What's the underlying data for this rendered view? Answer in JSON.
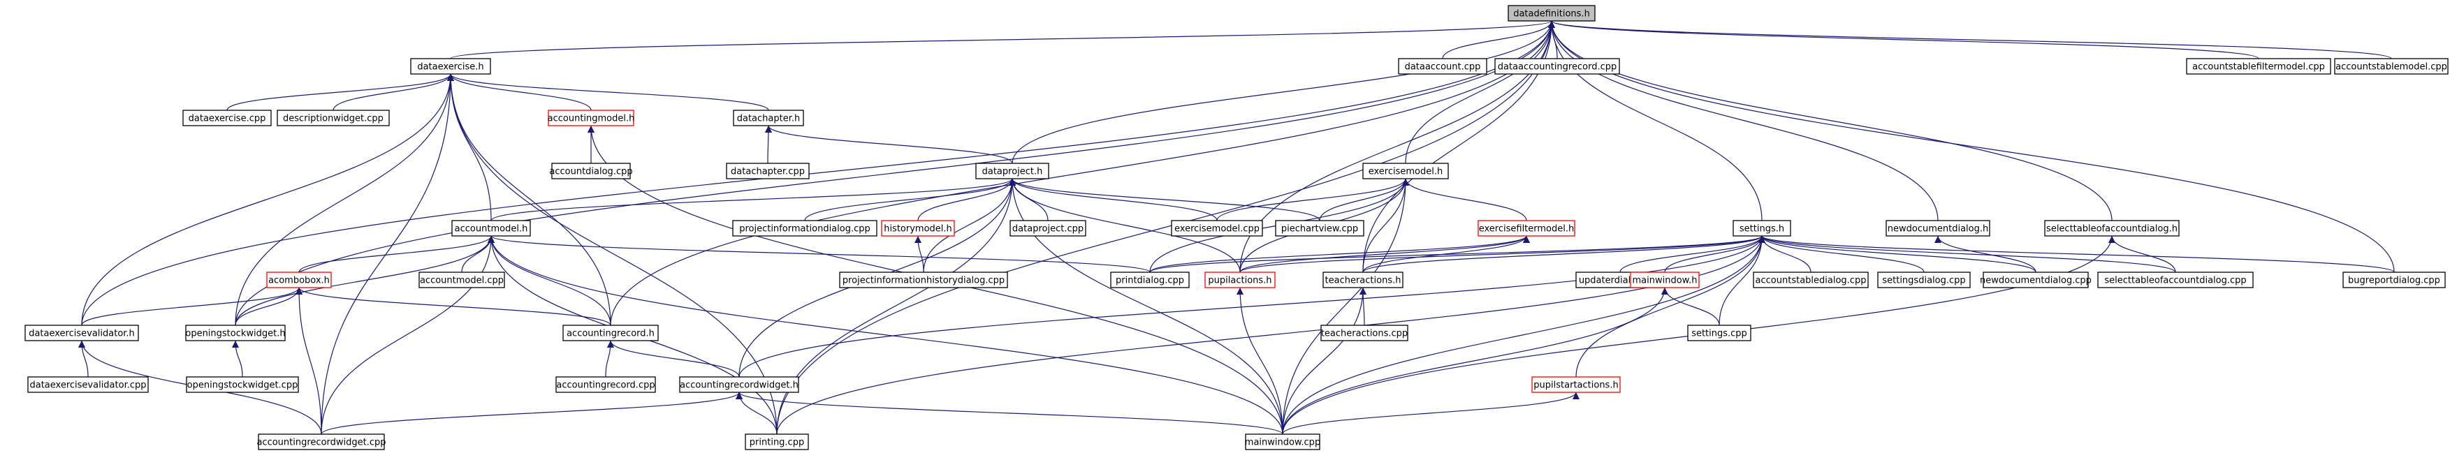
{
  "graph": {
    "title": "",
    "nodes": [
      {
        "id": "datadefinitions_h",
        "label": "datadefinitions.h",
        "kind": "root"
      },
      {
        "id": "dataexercise_h",
        "label": "dataexercise.h",
        "kind": "plain"
      },
      {
        "id": "dataaccount_cpp",
        "label": "dataaccount.cpp",
        "kind": "plain"
      },
      {
        "id": "dataaccountingrecord_cpp",
        "label": "dataaccountingrecord.cpp",
        "kind": "plain"
      },
      {
        "id": "accountstablefiltermodel_cpp",
        "label": "accountstablefiltermodel.cpp",
        "kind": "plain"
      },
      {
        "id": "accountstablemodel_cpp",
        "label": "accountstablemodel.cpp",
        "kind": "plain"
      },
      {
        "id": "dataexercise_cpp",
        "label": "dataexercise.cpp",
        "kind": "plain"
      },
      {
        "id": "descriptionwidget_cpp",
        "label": "descriptionwidget.cpp",
        "kind": "plain"
      },
      {
        "id": "accountingmodel_h",
        "label": "accountingmodel.h",
        "kind": "red"
      },
      {
        "id": "datachapter_h",
        "label": "datachapter.h",
        "kind": "plain"
      },
      {
        "id": "accountdialog_cpp",
        "label": "accountdialog.cpp",
        "kind": "plain"
      },
      {
        "id": "datachapter_cpp",
        "label": "datachapter.cpp",
        "kind": "plain"
      },
      {
        "id": "dataproject_h",
        "label": "dataproject.h",
        "kind": "plain"
      },
      {
        "id": "exercisemodel_h",
        "label": "exercisemodel.h",
        "kind": "plain"
      },
      {
        "id": "accountmodel_h",
        "label": "accountmodel.h",
        "kind": "plain"
      },
      {
        "id": "projectinformationdialog_cpp",
        "label": "projectinformationdialog.cpp",
        "kind": "plain"
      },
      {
        "id": "historymodel_h",
        "label": "historymodel.h",
        "kind": "red"
      },
      {
        "id": "dataproject_cpp",
        "label": "dataproject.cpp",
        "kind": "plain"
      },
      {
        "id": "exercisemodel_cpp",
        "label": "exercisemodel.cpp",
        "kind": "plain"
      },
      {
        "id": "piechartview_cpp",
        "label": "piechartview.cpp",
        "kind": "plain"
      },
      {
        "id": "exercisefiltermodel_h",
        "label": "exercisefiltermodel.h",
        "kind": "red"
      },
      {
        "id": "settings_h",
        "label": "settings.h",
        "kind": "plain"
      },
      {
        "id": "newdocumentdialog_h",
        "label": "newdocumentdialog.h",
        "kind": "plain"
      },
      {
        "id": "selecttableofaccountdialog_h",
        "label": "selecttableofaccountdialog.h",
        "kind": "plain"
      },
      {
        "id": "acombobox_h",
        "label": "acombobox.h",
        "kind": "red"
      },
      {
        "id": "accountmodel_cpp",
        "label": "accountmodel.cpp",
        "kind": "plain"
      },
      {
        "id": "projectinformationhistorydialog_cpp",
        "label": "projectinformationhistorydialog.cpp",
        "kind": "plain"
      },
      {
        "id": "printdialog_cpp",
        "label": "printdialog.cpp",
        "kind": "plain"
      },
      {
        "id": "pupilactions_h",
        "label": "pupilactions.h",
        "kind": "red"
      },
      {
        "id": "teacheractions_h",
        "label": "teacheractions.h",
        "kind": "plain"
      },
      {
        "id": "updaterdialog_cpp",
        "label": "updaterdialog.cpp",
        "kind": "plain"
      },
      {
        "id": "mainwindow_h",
        "label": "mainwindow.h",
        "kind": "red"
      },
      {
        "id": "accountstabledialog_cpp",
        "label": "accountstabledialog.cpp",
        "kind": "plain"
      },
      {
        "id": "settingsdialog_cpp",
        "label": "settingsdialog.cpp",
        "kind": "plain"
      },
      {
        "id": "newdocumentdialog_cpp",
        "label": "newdocumentdialog.cpp",
        "kind": "plain"
      },
      {
        "id": "selecttableofaccountdialog_cpp",
        "label": "selecttableofaccountdialog.cpp",
        "kind": "plain"
      },
      {
        "id": "bugreportdialog_cpp",
        "label": "bugreportdialog.cpp",
        "kind": "plain"
      },
      {
        "id": "dataexercisevalidator_h",
        "label": "dataexercisevalidator.h",
        "kind": "plain"
      },
      {
        "id": "openingstockwidget_h",
        "label": "openingstockwidget.h",
        "kind": "plain"
      },
      {
        "id": "accountingrecord_h",
        "label": "accountingrecord.h",
        "kind": "plain"
      },
      {
        "id": "teacheractions_cpp",
        "label": "teacheractions.cpp",
        "kind": "plain"
      },
      {
        "id": "settings_cpp",
        "label": "settings.cpp",
        "kind": "plain"
      },
      {
        "id": "dataexercisevalidator_cpp",
        "label": "dataexercisevalidator.cpp",
        "kind": "plain"
      },
      {
        "id": "openingstockwidget_cpp",
        "label": "openingstockwidget.cpp",
        "kind": "plain"
      },
      {
        "id": "accountingrecord_cpp",
        "label": "accountingrecord.cpp",
        "kind": "plain"
      },
      {
        "id": "accountingrecordwidget_h",
        "label": "accountingrecordwidget.h",
        "kind": "plain"
      },
      {
        "id": "pupilstartactions_h",
        "label": "pupilstartactions.h",
        "kind": "red"
      },
      {
        "id": "accountingrecordwidget_cpp",
        "label": "accountingrecordwidget.cpp",
        "kind": "plain"
      },
      {
        "id": "printing_cpp",
        "label": "printing.cpp",
        "kind": "plain"
      },
      {
        "id": "mainwindow_cpp",
        "label": "mainwindow.cpp",
        "kind": "plain"
      }
    ],
    "edges": [
      [
        "dataexercise_h",
        "datadefinitions_h"
      ],
      [
        "dataaccount_cpp",
        "datadefinitions_h"
      ],
      [
        "dataaccountingrecord_cpp",
        "datadefinitions_h"
      ],
      [
        "accountstablefiltermodel_cpp",
        "datadefinitions_h"
      ],
      [
        "accountstablemodel_cpp",
        "datadefinitions_h"
      ],
      [
        "dataproject_h",
        "datadefinitions_h"
      ],
      [
        "exercisemodel_h",
        "datadefinitions_h"
      ],
      [
        "settings_h",
        "datadefinitions_h"
      ],
      [
        "newdocumentdialog_h",
        "datadefinitions_h"
      ],
      [
        "selecttableofaccountdialog_h",
        "datadefinitions_h"
      ],
      [
        "bugreportdialog_cpp",
        "datadefinitions_h"
      ],
      [
        "dataexercisevalidator_h",
        "datadefinitions_h"
      ],
      [
        "openingstockwidget_h",
        "datadefinitions_h"
      ],
      [
        "accountingrecord_h",
        "datadefinitions_h"
      ],
      [
        "pupilactions_h",
        "datadefinitions_h"
      ],
      [
        "teacheractions_h",
        "datadefinitions_h"
      ],
      [
        "printing_cpp",
        "datadefinitions_h"
      ],
      [
        "dataexercise_cpp",
        "dataexercise_h"
      ],
      [
        "descriptionwidget_cpp",
        "dataexercise_h"
      ],
      [
        "accountingmodel_h",
        "dataexercise_h"
      ],
      [
        "datachapter_h",
        "dataexercise_h"
      ],
      [
        "accountmodel_h",
        "dataexercise_h"
      ],
      [
        "dataexercisevalidator_h",
        "dataexercise_h"
      ],
      [
        "openingstockwidget_h",
        "dataexercise_h"
      ],
      [
        "accountingrecord_h",
        "dataexercise_h"
      ],
      [
        "accountingrecordwidget_cpp",
        "dataexercise_h"
      ],
      [
        "printing_cpp",
        "dataexercise_h"
      ],
      [
        "accountdialog_cpp",
        "accountingmodel_h"
      ],
      [
        "mainwindow_cpp",
        "accountingmodel_h"
      ],
      [
        "datachapter_cpp",
        "datachapter_h"
      ],
      [
        "dataproject_h",
        "datachapter_h"
      ],
      [
        "accountmodel_h",
        "dataproject_h"
      ],
      [
        "projectinformationdialog_cpp",
        "dataproject_h"
      ],
      [
        "historymodel_h",
        "dataproject_h"
      ],
      [
        "dataproject_cpp",
        "dataproject_h"
      ],
      [
        "exercisemodel_cpp",
        "dataproject_h"
      ],
      [
        "piechartview_cpp",
        "dataproject_h"
      ],
      [
        "projectinformationhistorydialog_cpp",
        "dataproject_h"
      ],
      [
        "pupilactions_h",
        "dataproject_h"
      ],
      [
        "accountingrecordwidget_h",
        "dataproject_h"
      ],
      [
        "printing_cpp",
        "dataproject_h"
      ],
      [
        "mainwindow_cpp",
        "dataproject_h"
      ],
      [
        "projectinformationhistorydialog_cpp",
        "historymodel_h"
      ],
      [
        "exercisemodel_cpp",
        "exercisemodel_h"
      ],
      [
        "piechartview_cpp",
        "exercisemodel_h"
      ],
      [
        "exercisefiltermodel_h",
        "exercisemodel_h"
      ],
      [
        "printdialog_cpp",
        "exercisemodel_h"
      ],
      [
        "pupilactions_h",
        "exercisemodel_h"
      ],
      [
        "teacheractions_h",
        "exercisemodel_h"
      ],
      [
        "mainwindow_cpp",
        "exercisemodel_h"
      ],
      [
        "printdialog_cpp",
        "exercisefiltermodel_h"
      ],
      [
        "pupilactions_h",
        "exercisefiltermodel_h"
      ],
      [
        "teacheractions_h",
        "exercisefiltermodel_h"
      ],
      [
        "acombobox_h",
        "accountmodel_h"
      ],
      [
        "accountmodel_cpp",
        "accountmodel_h"
      ],
      [
        "openingstockwidget_h",
        "accountmodel_h"
      ],
      [
        "accountingrecord_h",
        "accountmodel_h"
      ],
      [
        "printdialog_cpp",
        "accountmodel_h"
      ],
      [
        "accountingrecordwidget_cpp",
        "accountmodel_h"
      ],
      [
        "printing_cpp",
        "accountmodel_h"
      ],
      [
        "mainwindow_cpp",
        "accountmodel_h"
      ],
      [
        "dataexercisevalidator_h",
        "acombobox_h"
      ],
      [
        "openingstockwidget_h",
        "acombobox_h"
      ],
      [
        "accountingrecord_h",
        "acombobox_h"
      ],
      [
        "accountingrecordwidget_cpp",
        "acombobox_h"
      ],
      [
        "openingstockwidget_cpp",
        "openingstockwidget_h"
      ],
      [
        "dataexercisevalidator_cpp",
        "dataexercisevalidator_h"
      ],
      [
        "accountingrecordwidget_cpp",
        "dataexercisevalidator_h"
      ],
      [
        "accountingrecord_cpp",
        "accountingrecord_h"
      ],
      [
        "accountingrecordwidget_h",
        "accountingrecord_h"
      ],
      [
        "accountingrecordwidget_cpp",
        "accountingrecordwidget_h"
      ],
      [
        "printing_cpp",
        "accountingrecordwidget_h"
      ],
      [
        "mainwindow_cpp",
        "accountingrecordwidget_h"
      ],
      [
        "mainwindow_cpp",
        "pupilactions_h"
      ],
      [
        "teacheractions_cpp",
        "teacheractions_h"
      ],
      [
        "mainwindow_cpp",
        "teacheractions_h"
      ],
      [
        "printdialog_cpp",
        "settings_h"
      ],
      [
        "pupilactions_h",
        "settings_h"
      ],
      [
        "teacheractions_h",
        "settings_h"
      ],
      [
        "updaterdialog_cpp",
        "settings_h"
      ],
      [
        "mainwindow_h",
        "settings_h"
      ],
      [
        "accountstabledialog_cpp",
        "settings_h"
      ],
      [
        "settingsdialog_cpp",
        "settings_h"
      ],
      [
        "newdocumentdialog_cpp",
        "settings_h"
      ],
      [
        "selecttableofaccountdialog_cpp",
        "settings_h"
      ],
      [
        "bugreportdialog_cpp",
        "settings_h"
      ],
      [
        "settings_cpp",
        "settings_h"
      ],
      [
        "pupilstartactions_h",
        "settings_h"
      ],
      [
        "accountingrecordwidget_h",
        "settings_h"
      ],
      [
        "printing_cpp",
        "settings_h"
      ],
      [
        "mainwindow_cpp",
        "settings_h"
      ],
      [
        "settings_cpp",
        "mainwindow_h"
      ],
      [
        "mainwindow_cpp",
        "mainwindow_h"
      ],
      [
        "newdocumentdialog_cpp",
        "newdocumentdialog_h"
      ],
      [
        "selecttableofaccountdialog_cpp",
        "selecttableofaccountdialog_h"
      ],
      [
        "mainwindow_cpp",
        "selecttableofaccountdialog_h"
      ],
      [
        "mainwindow_cpp",
        "pupilstartactions_h"
      ]
    ]
  }
}
